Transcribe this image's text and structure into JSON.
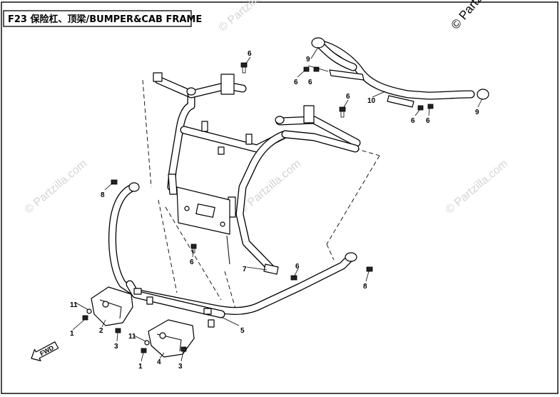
{
  "title": "F23 保险杠、顶梁/BUMPER&CAB FRAME",
  "copyright": "© Partzilla",
  "watermark": "© Partzilla.com",
  "fwd_label": "FWD",
  "callouts": {
    "c1a": "1",
    "c1b": "1",
    "c2": "2",
    "c3a": "3",
    "c3b": "3",
    "c4": "4",
    "c5": "5",
    "c6a": "6",
    "c6b": "6",
    "c6c": "6",
    "c6d": "6",
    "c6e": "6",
    "c6f": "6",
    "c6g": "6",
    "c6h": "6",
    "c7": "7",
    "c8a": "8",
    "c8b": "8",
    "c9a": "9",
    "c9b": "9",
    "c10": "10",
    "c11a": "11",
    "c11b": "11"
  }
}
